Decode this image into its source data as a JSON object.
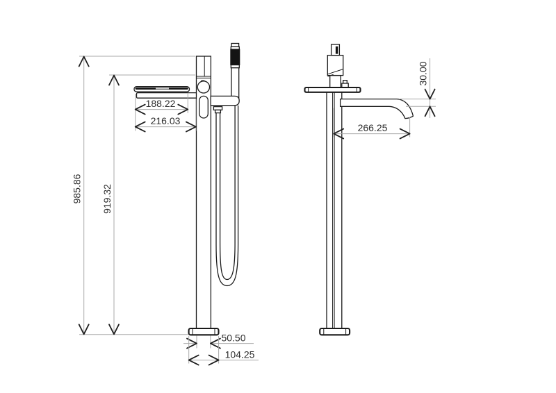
{
  "colors": {
    "background": "#ffffff",
    "outline": "#1a1a1a",
    "dimension_lines": "#a8a8a8",
    "dimension_text": "#2d2d2d",
    "grip_fill": "#141414"
  },
  "dims": {
    "front": {
      "total_height": "985.86",
      "body_height": "919.32",
      "spout_top_length": "188.22",
      "spout_length": "216.03",
      "column_width": "50.50",
      "base_width": "104.25"
    },
    "side": {
      "spout_diameter": "30.00",
      "spout_reach": "266.25"
    }
  }
}
